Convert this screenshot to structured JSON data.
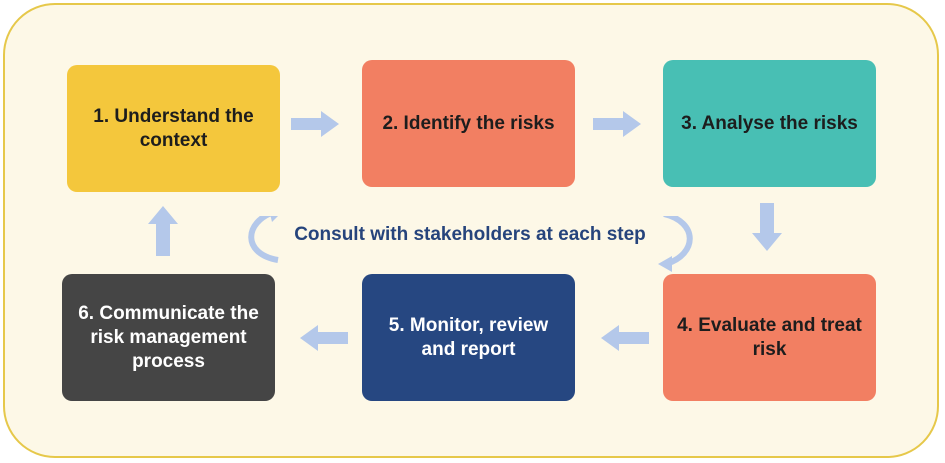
{
  "steps": [
    {
      "label": "1. Understand the context",
      "color": "#f4c73c"
    },
    {
      "label": "2. Identify the risks",
      "color": "#f27f62"
    },
    {
      "label": "3. Analyse the risks",
      "color": "#48bfb4"
    },
    {
      "label": "4. Evaluate and treat risk",
      "color": "#f27f62"
    },
    {
      "label": "5. Monitor, review and report",
      "color": "#264781"
    },
    {
      "label": "6. Communicate the risk management process",
      "color": "#454545"
    }
  ],
  "center_label": "Consult with stakeholders at each step",
  "colors": {
    "frame_border": "#e6c84a",
    "frame_fill": "#fdf8e7",
    "arrow": "#b4c8ea",
    "center_text": "#26447c"
  }
}
